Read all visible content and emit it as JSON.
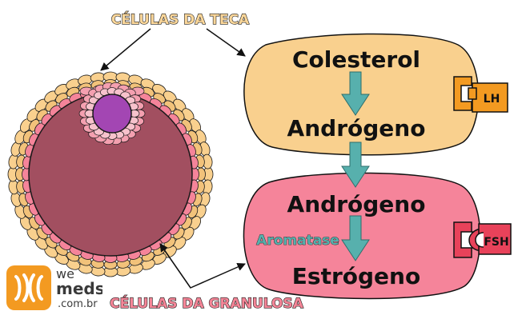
{
  "labels": {
    "theca": "CÉLULAS DA TECA",
    "granulosa": "CÉLULAS DA GRANULOSA"
  },
  "theca_cell": {
    "top": "Colesterol",
    "bottom": "Andrógeno",
    "receptor": "LH"
  },
  "granulosa_cell": {
    "top": "Andrógeno",
    "enzyme": "Aromatase",
    "bottom": "Estrógeno",
    "receptor": "FSH"
  },
  "logo": {
    "line1": "we",
    "line2": "meds",
    "line3": ".com.br"
  },
  "colors": {
    "theca_fill": "#f9d08e",
    "granulosa_fill": "#f5849a",
    "arrow": "#57b0ad",
    "lh_receptor": "#f39a21",
    "fsh_receptor": "#e8425a",
    "theca_label": "#fbd79a",
    "granulosa_label": "#f58597",
    "enzyme_text": "#57b0ad",
    "logo_orange": "#f39a21",
    "logo_text": "#3a3a3a"
  },
  "icons": [
    "follicle-illustration",
    "lh-receptor-icon",
    "fsh-receptor-icon",
    "wemeds-logo-icon"
  ]
}
